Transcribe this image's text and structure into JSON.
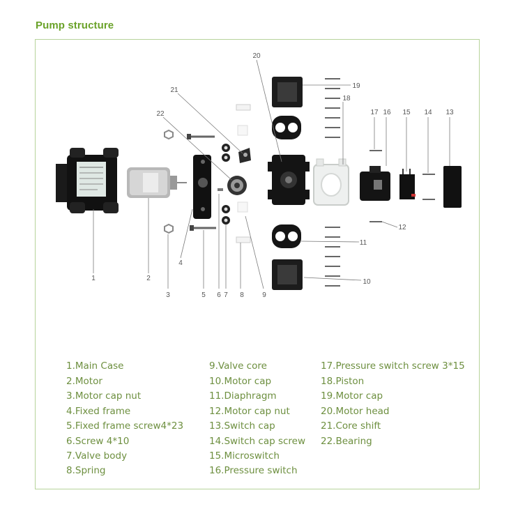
{
  "title": "Pump structure",
  "part_numbers": [
    "1",
    "2",
    "3",
    "4",
    "5",
    "6",
    "7",
    "8",
    "9",
    "10",
    "11",
    "12",
    "13",
    "14",
    "15",
    "16",
    "17",
    "18",
    "19",
    "20",
    "21",
    "22"
  ],
  "legend": {
    "col1": [
      "1.Main Case",
      "2.Motor",
      "3.Motor cap nut",
      "4.Fixed frame",
      "5.Fixed frame screw4*23",
      "6.Screw 4*10",
      "7.Valve body",
      "8.Spring"
    ],
    "col2": [
      "9.Valve core",
      "10.Motor cap",
      "11.Diaphragm",
      "12.Motor cap nut",
      "13.Switch cap",
      "14.Switch cap screw",
      "15.Microswitch",
      "16.Pressure switch"
    ],
    "col3": [
      "17.Pressure switch screw 3*15",
      "18.Piston",
      "19.Motor cap",
      "20.Motor head",
      "21.Core shift",
      "22.Bearing"
    ]
  },
  "colors": {
    "accent": "#6aa229",
    "legend_text": "#6d8f3f",
    "frame": "#b7d39a"
  }
}
